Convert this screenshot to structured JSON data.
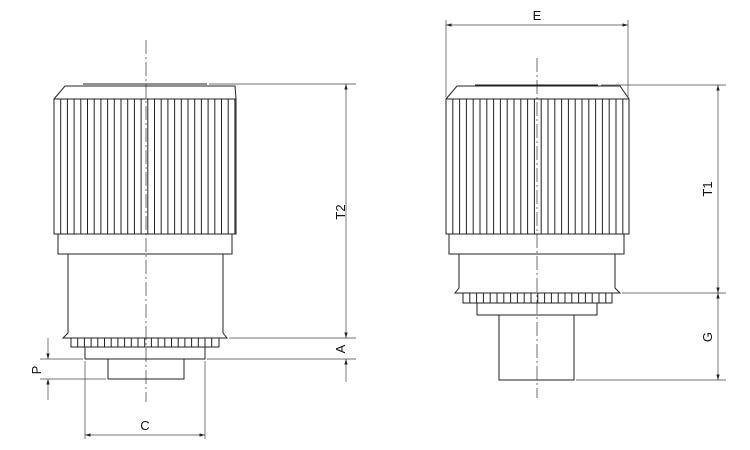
{
  "drawing": {
    "left_view": {
      "dimensions": {
        "t2": "T2",
        "a": "A",
        "p": "P",
        "c": "C"
      }
    },
    "right_view": {
      "dimensions": {
        "e": "E",
        "t1": "T1",
        "g": "G"
      }
    },
    "colors": {
      "line": "#222222",
      "background": "#ffffff"
    }
  }
}
